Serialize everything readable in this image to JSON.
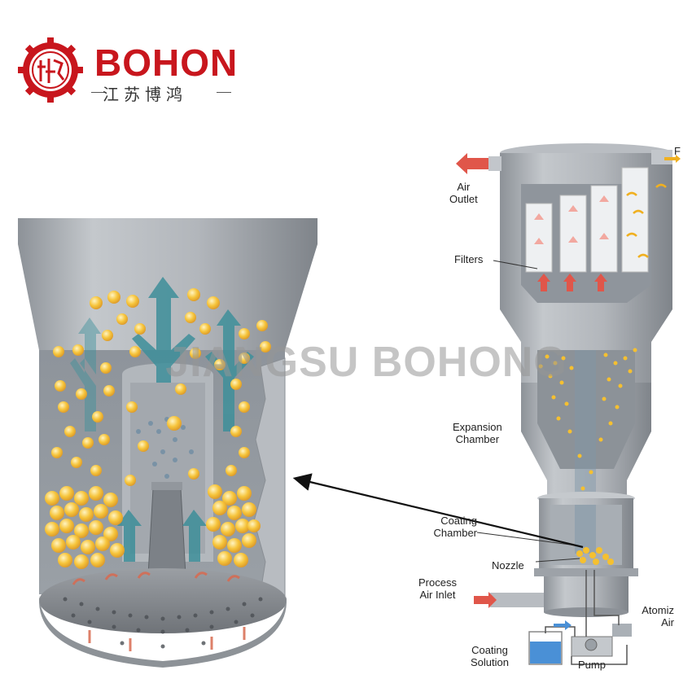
{
  "brand": {
    "logo_icon": "gear-seal-icon",
    "name": "BOHON",
    "chinese_name": "江苏博鸿",
    "colors": {
      "red": "#c8161d",
      "gray": "#333333"
    }
  },
  "watermark": "JIANGSU BOHONG",
  "labels": {
    "air_outlet": "Air\nOutlet",
    "filters": "Filters",
    "expansion_chamber": "Expansion\nChamber",
    "coating_chamber": "Coating\nChamber",
    "nozzle": "Nozzle",
    "process_air_inlet": "Process\nAir Inlet",
    "atomizing_air": "Atomiz\nAir",
    "coating_solution": "Coating\nSolution",
    "pump": "Pump",
    "top_right_cut": "F"
  },
  "colors": {
    "machine_gray": "#9ea3a9",
    "particle_yellow": "#f5c030",
    "air_red": "#e0564a",
    "air_teal": "#3e8f9a",
    "liquid_blue": "#4a90d6"
  }
}
